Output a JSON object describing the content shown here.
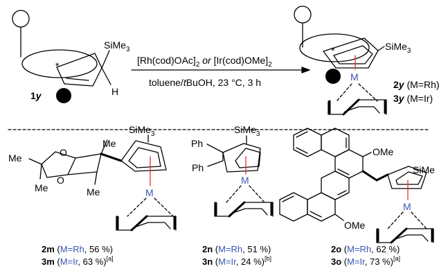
{
  "reaction": {
    "start": {
      "label_num": "1",
      "label_letter": "y",
      "substituent": "SiMe",
      "sub3": "3",
      "h": "H",
      "star": "*"
    },
    "conditions": {
      "rh_catalyst": "[Rh(cod)OAc]",
      "rh_sub": "2",
      "or_word": "or",
      "ir_catalyst": "[Ir(cod)OMe]",
      "ir_sub": "2",
      "solvent": "toluene/",
      "tbu_t": "t",
      "solvent_rest": "BuOH, 23 °C, 3 h"
    },
    "product": {
      "substituent": "SiMe",
      "sub3": "3",
      "metal": "M",
      "star": "*",
      "label_2": "2",
      "label_2_letter": "y",
      "label_2_metal": "(M=Rh)",
      "label_3": "3",
      "label_3_letter": "y",
      "label_3_metal": "(M=Ir)"
    }
  },
  "examples": {
    "m": {
      "me_left": "Me",
      "me_bottom": "Me",
      "me_top": "Me",
      "me_mid": "Me",
      "o1": "O",
      "o2": "O",
      "substituent": "SiMe",
      "sub3": "3",
      "metal": "M",
      "cap1_num": "2m",
      "cap1_open": " (",
      "cap1_metal": "M=Rh",
      "cap1_yield": ", 56 %)",
      "cap2_num": "3m",
      "cap2_open": " (",
      "cap2_metal": "M=Ir",
      "cap2_yield": ", 63 %)",
      "cap2_note": "[a]"
    },
    "n": {
      "ph1": "Ph",
      "ph2": "Ph",
      "substituent": "SiMe",
      "sub3": "3",
      "metal": "M",
      "cap1_num": "2n",
      "cap1_open": " (",
      "cap1_metal": "M=Rh",
      "cap1_yield": ", 51 %)",
      "cap2_num": "3n",
      "cap2_open": " (",
      "cap2_metal": "M=Ir",
      "cap2_yield": ", 24 %)",
      "cap2_note": "[b]"
    },
    "o": {
      "ome1": "OMe",
      "ome2": "OMe",
      "substituent": "SiMe",
      "metal": "M",
      "cap1_num": "2o",
      "cap1_open": " (",
      "cap1_metal": "M=Rh",
      "cap1_yield": ", 62 %)",
      "cap2_num": "3o",
      "cap2_open": " (",
      "cap2_metal": "M=Ir",
      "cap2_yield": ", 73 %)",
      "cap2_note": "[a]"
    }
  }
}
